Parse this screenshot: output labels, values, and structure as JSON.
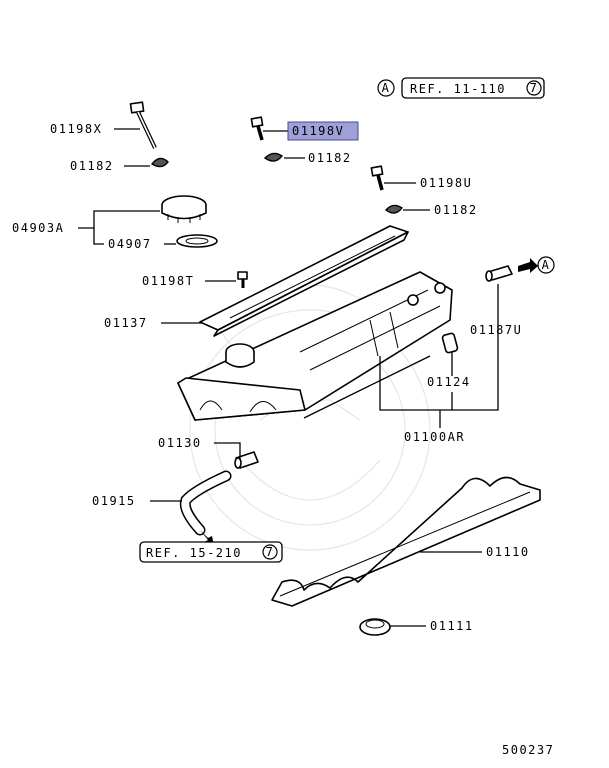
{
  "header": {
    "ref_marker": "A",
    "ref_text": "REF. 11-110",
    "ref_circled": "7"
  },
  "labels": {
    "p01198X": "01198X",
    "p01182_a": "01182",
    "p04903A": "04903A",
    "p04907": "04907",
    "p01198T": "01198T",
    "p01137": "01137",
    "p01198V": "01198V",
    "p01182_b": "01182",
    "p01198U": "01198U",
    "p01182_c": "01182",
    "p01187U": "01187U",
    "p01124": "01124",
    "p01100AR": "01100AR",
    "p01130": "01130",
    "p01915": "01915",
    "p01110": "01110",
    "p01111": "01111"
  },
  "callouts": {
    "arrow_marker": "A",
    "bottom_ref_text": "REF. 15-210",
    "bottom_ref_circled": "7"
  },
  "highlight": {
    "part": "01198V",
    "color": "#9ea0d8"
  },
  "footer": {
    "diagram_number": "500237"
  }
}
